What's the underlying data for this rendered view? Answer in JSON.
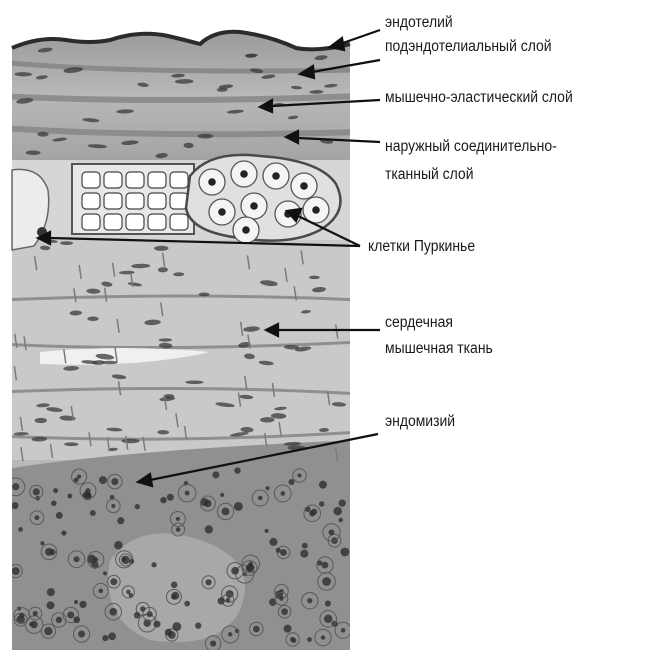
{
  "labels": {
    "endothelium": "эндотелий",
    "subendothelial": "подэндотелиальный слой",
    "muscular_elastic": "мышечно-эластический слой",
    "outer_connective_1": "наружный соединительно-",
    "outer_connective_2": "тканный слой",
    "purkinje": "клетки Пуркинье",
    "cardiac_1": "сердечная",
    "cardiac_2": "мышечная ткань",
    "endomysium": "эндомизий"
  }
}
